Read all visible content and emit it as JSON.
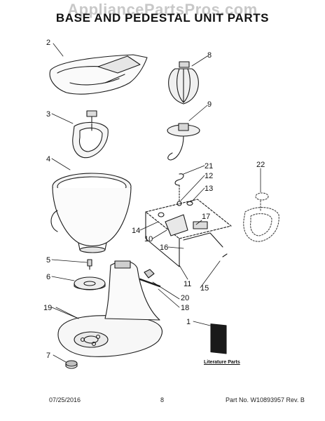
{
  "header": {
    "watermark": "AppliancePartsPros.com",
    "title": "BASE AND PEDESTAL UNIT PARTS"
  },
  "callouts": [
    "1",
    "2",
    "3",
    "4",
    "5",
    "6",
    "7",
    "8",
    "9",
    "10",
    "11",
    "12",
    "13",
    "14",
    "15",
    "16",
    "17",
    "18",
    "19",
    "20",
    "21",
    "22"
  ],
  "literature_label": "Literature Parts",
  "footer": {
    "date": "07/25/2016",
    "page": "8",
    "part_no": "Part No.  W10893957  Rev. B"
  }
}
